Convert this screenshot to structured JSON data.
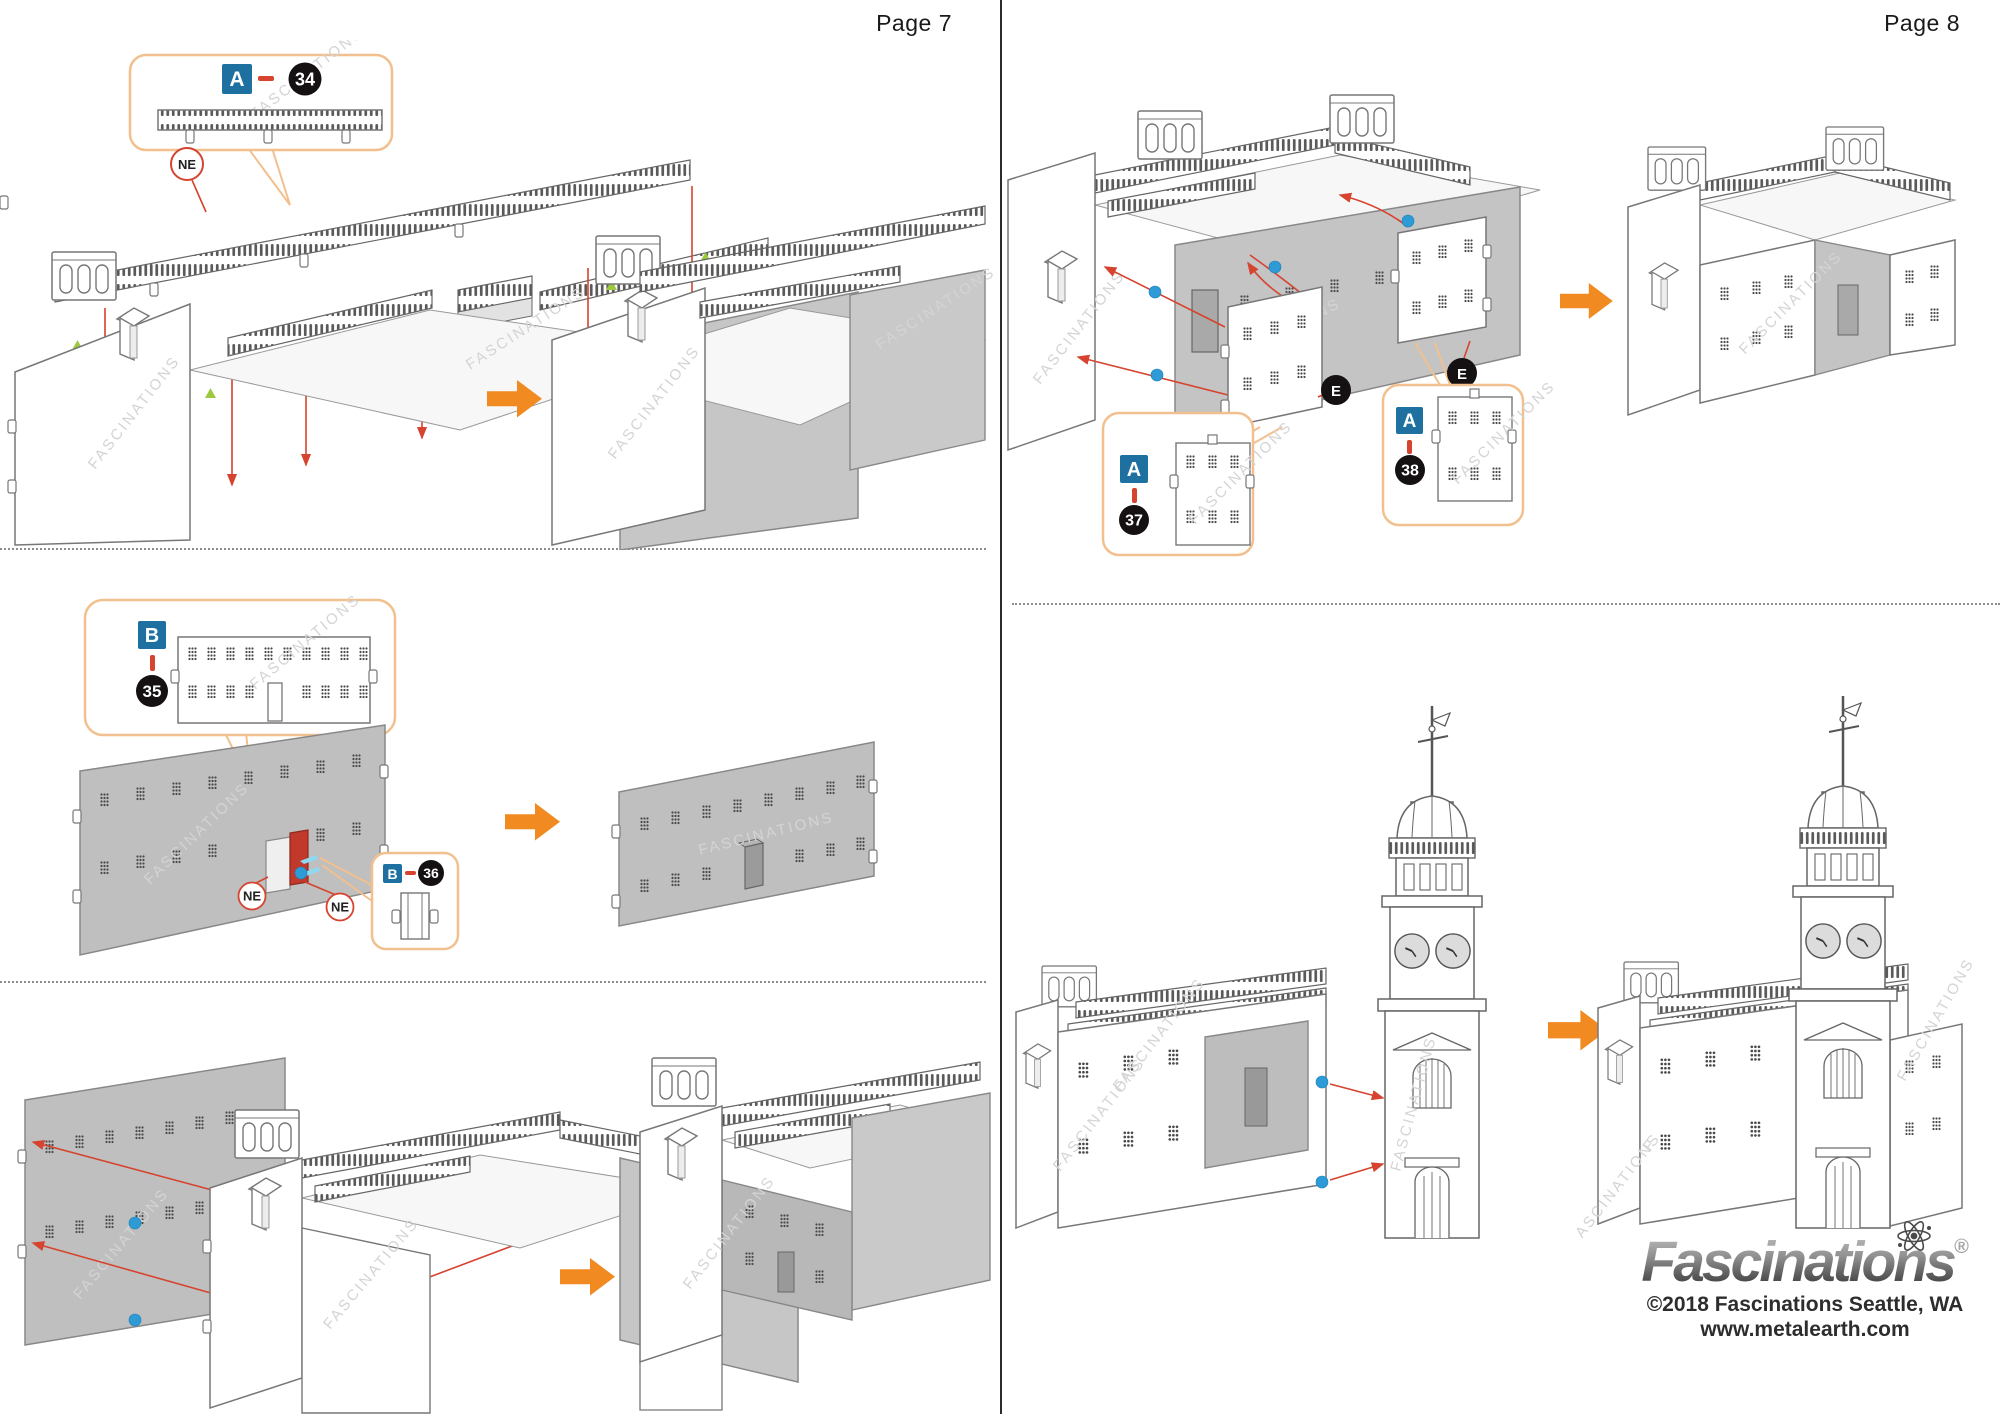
{
  "page7": {
    "header": "Page 7",
    "step1": {
      "part_badge": {
        "letter": "A",
        "number": "34"
      },
      "ne": "NE"
    },
    "step2": {
      "part35": {
        "letter": "B",
        "number": "35"
      },
      "part36": {
        "letter": "B",
        "number": "36"
      },
      "ne_door": "NE",
      "ne_insert": "NE"
    }
  },
  "page8": {
    "header": "Page 8",
    "step1": {
      "part37": {
        "letter": "A",
        "number": "37"
      },
      "part38": {
        "letter": "A",
        "number": "38"
      },
      "edge1": "E",
      "edge2": "E"
    }
  },
  "watermark": "FASCINATIONS",
  "footer": {
    "brand": "Fascinations",
    "registered_mark": "®",
    "copyright": "©2018 Fascinations Seattle, WA",
    "website": "www.metalearth.com"
  },
  "colors": {
    "callout_border": "#F2C08E",
    "badge_blue": "#1D70A0",
    "marker_black": "#151012",
    "connector_red": "#D6432F",
    "dot_blue": "#2F9BD6",
    "tab_green": "#9DC93F",
    "arrow_orange": "#F08A21",
    "panel_gray": "#BFBFBF"
  }
}
